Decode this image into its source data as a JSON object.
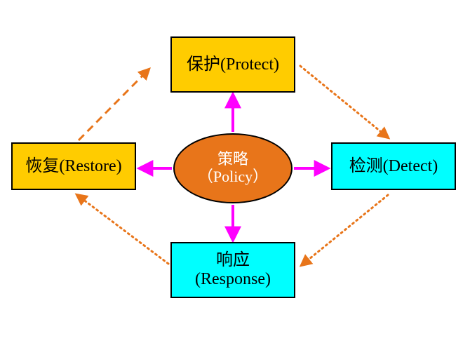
{
  "diagram": {
    "type": "flow-cycle",
    "background": "#ffffff",
    "nodes": [
      {
        "id": "protect",
        "label": "保护(Protect)",
        "shape": "rectangle",
        "fill": "#FFCC00",
        "stroke": "#000000",
        "text_color": "#000000"
      },
      {
        "id": "restore",
        "label": "恢复(Restore)",
        "shape": "rectangle",
        "fill": "#FFCC00",
        "stroke": "#000000",
        "text_color": "#000000"
      },
      {
        "id": "detect",
        "label": "检测(Detect)",
        "shape": "rectangle",
        "fill": "#00FFFF",
        "stroke": "#000000",
        "text_color": "#000000"
      },
      {
        "id": "response",
        "label": "响应\n(Response)",
        "shape": "rectangle",
        "fill": "#00FFFF",
        "stroke": "#000000",
        "text_color": "#000000"
      },
      {
        "id": "policy",
        "label": "策略\n（Policy）",
        "shape": "ellipse",
        "fill": "#E8751A",
        "stroke": "#000000",
        "text_color": "#FFFFFF"
      }
    ],
    "connectors": [
      {
        "id": "policy-to-protect",
        "from": "policy",
        "to": "protect",
        "style": "solid",
        "color": "#FF00FF"
      },
      {
        "id": "policy-to-restore",
        "from": "policy",
        "to": "restore",
        "style": "solid",
        "color": "#FF00FF"
      },
      {
        "id": "policy-to-detect",
        "from": "policy",
        "to": "detect",
        "style": "solid",
        "color": "#FF00FF"
      },
      {
        "id": "policy-to-response",
        "from": "policy",
        "to": "response",
        "style": "solid",
        "color": "#FF00FF"
      },
      {
        "id": "restore-to-protect",
        "from": "restore",
        "to": "protect",
        "style": "dashed",
        "color": "#E8751A"
      },
      {
        "id": "protect-to-detect",
        "from": "protect",
        "to": "detect",
        "style": "dotted",
        "color": "#E8751A"
      },
      {
        "id": "detect-to-response",
        "from": "detect",
        "to": "response",
        "style": "dotted",
        "color": "#E8751A"
      },
      {
        "id": "response-to-restore",
        "from": "response",
        "to": "restore",
        "style": "dotted",
        "color": "#E8751A"
      }
    ]
  }
}
